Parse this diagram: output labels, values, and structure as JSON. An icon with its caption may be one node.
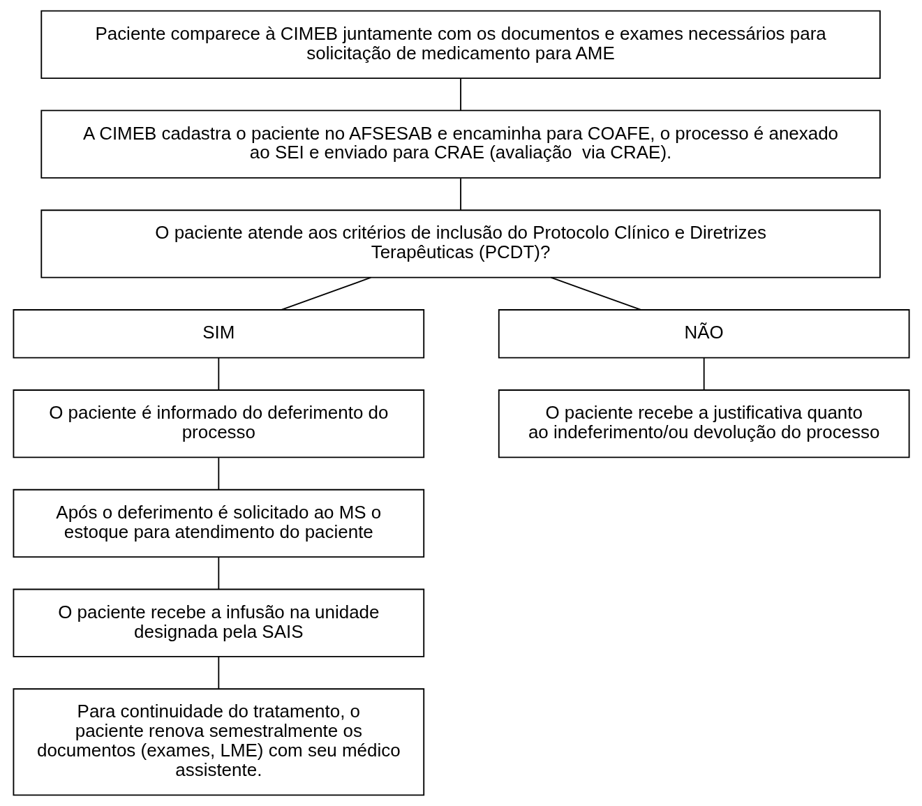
{
  "diagram": {
    "nodes": [
      {
        "text": [
          "Paciente comparece à CIMEB juntamente com os documentos e exames necessários para solicitação de medicamento para AME"
        ]
      },
      {
        "text": [
          "A CIMEB cadastra o paciente no AFSESAB e encaminha para COAFE, o processo é anexado ao SEI e enviado para CRAE (avaliação  via CRAE)."
        ]
      },
      {
        "text": [
          "O paciente atende aos critérios de inclusão do Protocolo Clínico e Diretrizes Terapêuticas (PCDT)?"
        ]
      },
      {
        "text": [
          "SIM"
        ]
      },
      {
        "text": [
          "NÃO"
        ]
      },
      {
        "text": [
          "O paciente é informado do deferimento do processo"
        ]
      },
      {
        "text": [
          "Após o deferimento é solicitado ao MS o estoque para atendimento do paciente"
        ]
      },
      {
        "text": [
          "O paciente recebe a infusão na unidade designada pela SAIS"
        ]
      },
      {
        "text": [
          "Para continuidade do tratamento, o paciente renova semestralmente os documentos (exames, LME) com seu médico assistente."
        ]
      },
      {
        "text": [
          "O paciente recebe a justificativa quanto ao indeferimento/ou devolução do processo"
        ]
      }
    ],
    "edges": [
      {
        "from": 0,
        "to": 1,
        "arrow": "none"
      },
      {
        "from": 1,
        "to": 2,
        "arrow": "none"
      },
      {
        "from": 2,
        "to": 3,
        "arrow": "none"
      },
      {
        "from": 2,
        "to": 4,
        "arrow": "none"
      },
      {
        "from": 3,
        "to": 5,
        "arrow": "none"
      },
      {
        "from": 5,
        "to": 6,
        "arrow": "none"
      },
      {
        "from": 6,
        "to": 7,
        "arrow": "none"
      },
      {
        "from": 7,
        "to": 8,
        "arrow": "none"
      },
      {
        "from": 4,
        "to": 9,
        "arrow": "none"
      }
    ]
  }
}
